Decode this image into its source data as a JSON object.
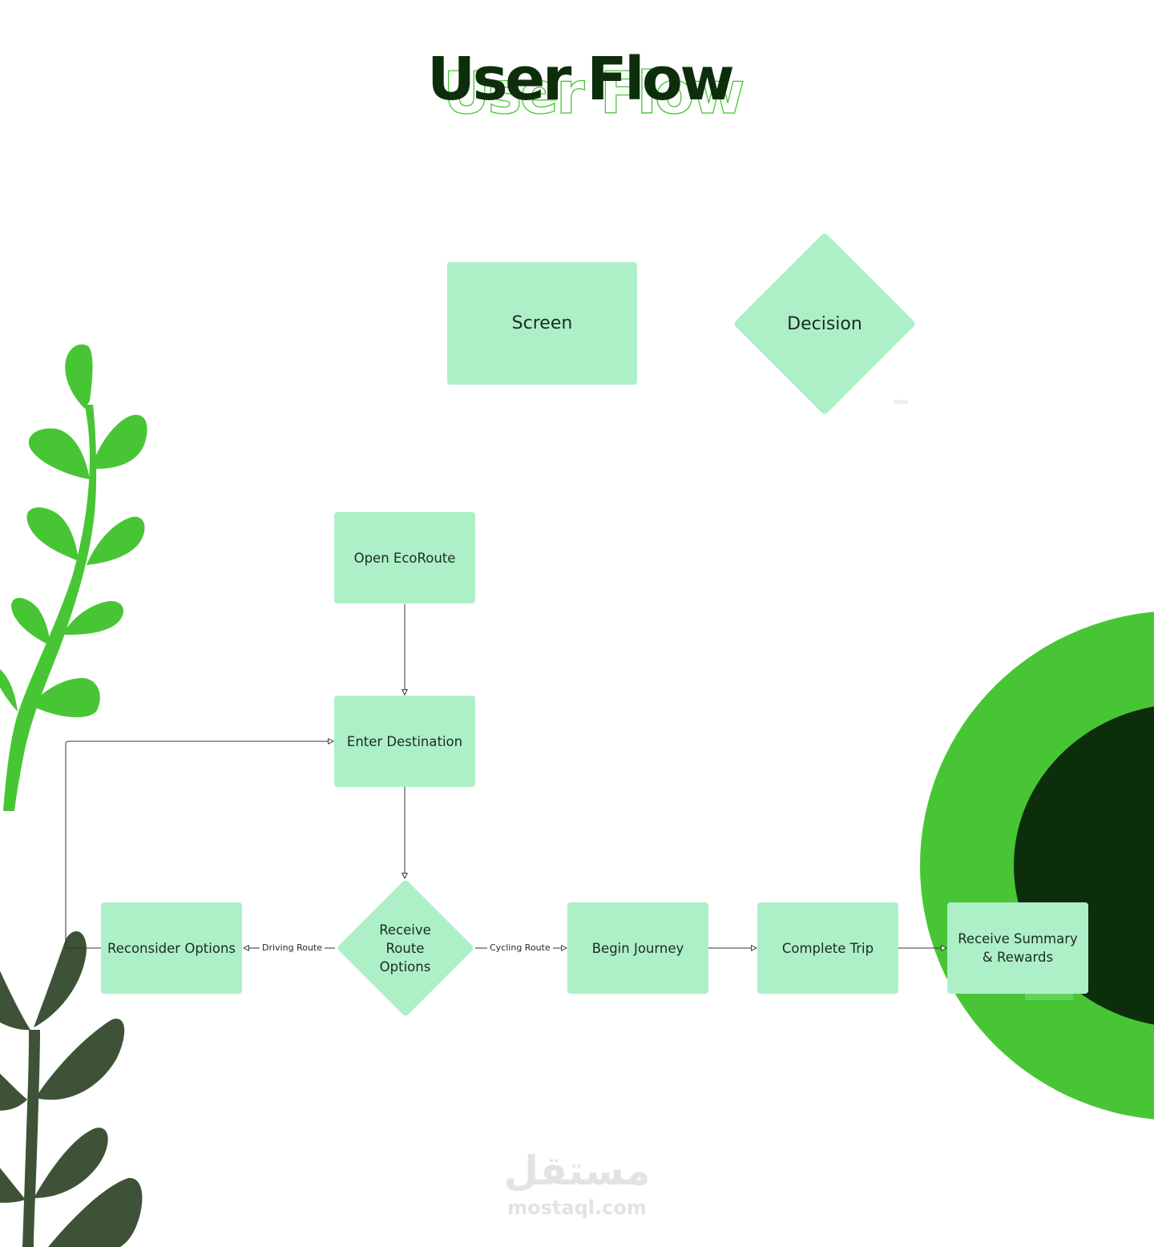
{
  "title": "User Flow",
  "colors": {
    "title_dark": "#0d2e0b",
    "title_outline": "#48c535",
    "node_fill": "#adf0c7",
    "accent_green": "#48c535",
    "dark_green": "#0d2e0b",
    "plant_dark": "#3e5238",
    "connector": "#333333"
  },
  "legend": {
    "screen_label": "Screen",
    "decision_label": "Decision",
    "miro_mark": "miro"
  },
  "nodes": {
    "open_ecoroute": "Open EcoRoute",
    "enter_destination": "Enter Destination",
    "receive_route_options": "Receive Route Options",
    "reconsider_options": "Reconsider Options",
    "begin_journey": "Begin Journey",
    "complete_trip": "Complete Trip",
    "receive_summary_rewards": "Receive Summary & Rewards"
  },
  "edges": {
    "driving_route": "Driving Route",
    "cycling_route": "Cycling Route"
  },
  "watermark": {
    "arabic": "مستقل",
    "latin": "mostaql.com"
  }
}
